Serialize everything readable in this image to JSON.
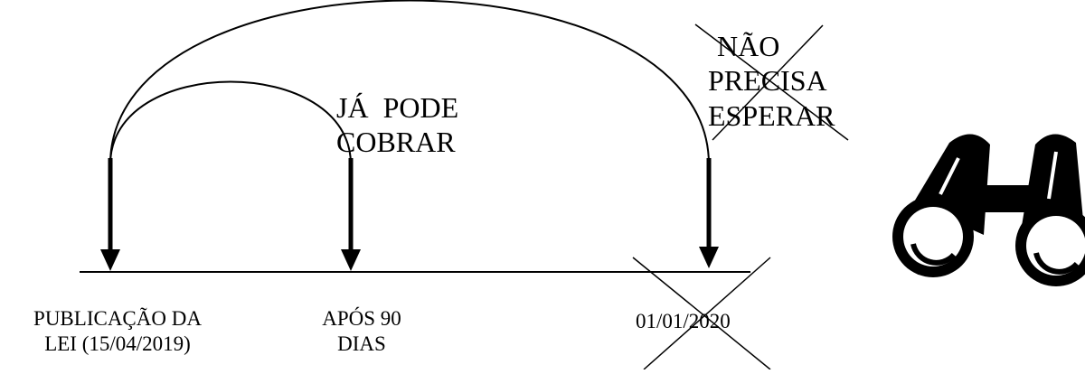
{
  "labels": {
    "publication": [
      "PUBLICAÇÃO DA",
      "LEI (15/04/2019)"
    ],
    "after_90": [
      "APÓS 90",
      "DIAS"
    ],
    "date": "01/01/2020",
    "can_charge": [
      "JÁ  PODE",
      "COBRAR"
    ],
    "no_wait": [
      "NÃO",
      "PRECISA",
      "ESPERAR"
    ]
  },
  "icons": {
    "binoculars": "binoculars-icon",
    "cross_date": "x-mark-icon",
    "cross_text": "x-mark-icon"
  },
  "colors": {
    "ink": "#000000",
    "background": "#ffffff"
  }
}
